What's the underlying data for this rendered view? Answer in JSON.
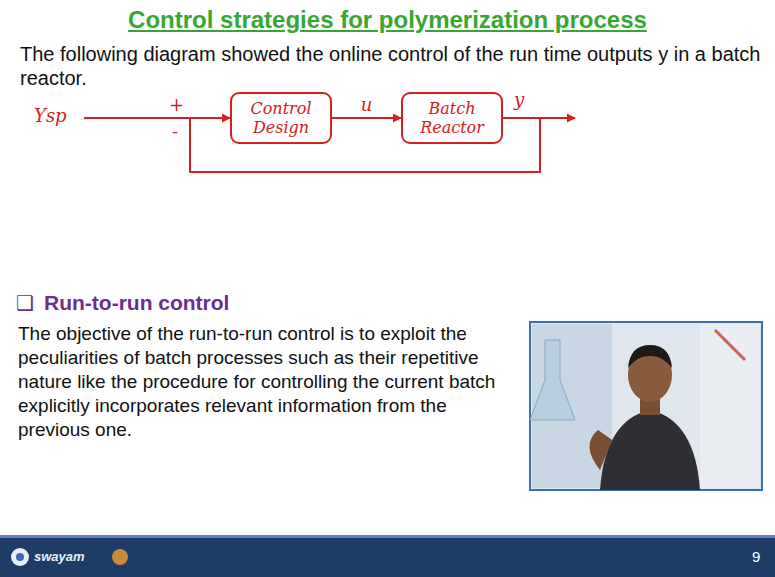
{
  "diagram": {
    "title": "Control strategies for polymerization process",
    "nodes": [
      {
        "text": [
          "Control Design"
        ]
      },
      {
        "text": [
          "Batch Reactor"
        ]
      }
    ],
    "edges": [
      {
        "from": 0,
        "to": 1,
        "label": "u",
        "arrow": "to"
      },
      {
        "from": 1,
        "to": 0,
        "arrow": "to"
      }
    ],
    "labels": [
      "The following diagram showed the online control of the run time outputs y in a batch reactor.",
      "Ysp",
      "+",
      "-",
      "y",
      "❑",
      "Run-to-run control",
      "The objective of the run-to-run control is to exploit the peculiarities of batch processes such as their repetitive nature like the procedure for controlling the current batch explicitly incorporates relevant information from the previous one.",
      "swayam",
      "9"
    ]
  }
}
